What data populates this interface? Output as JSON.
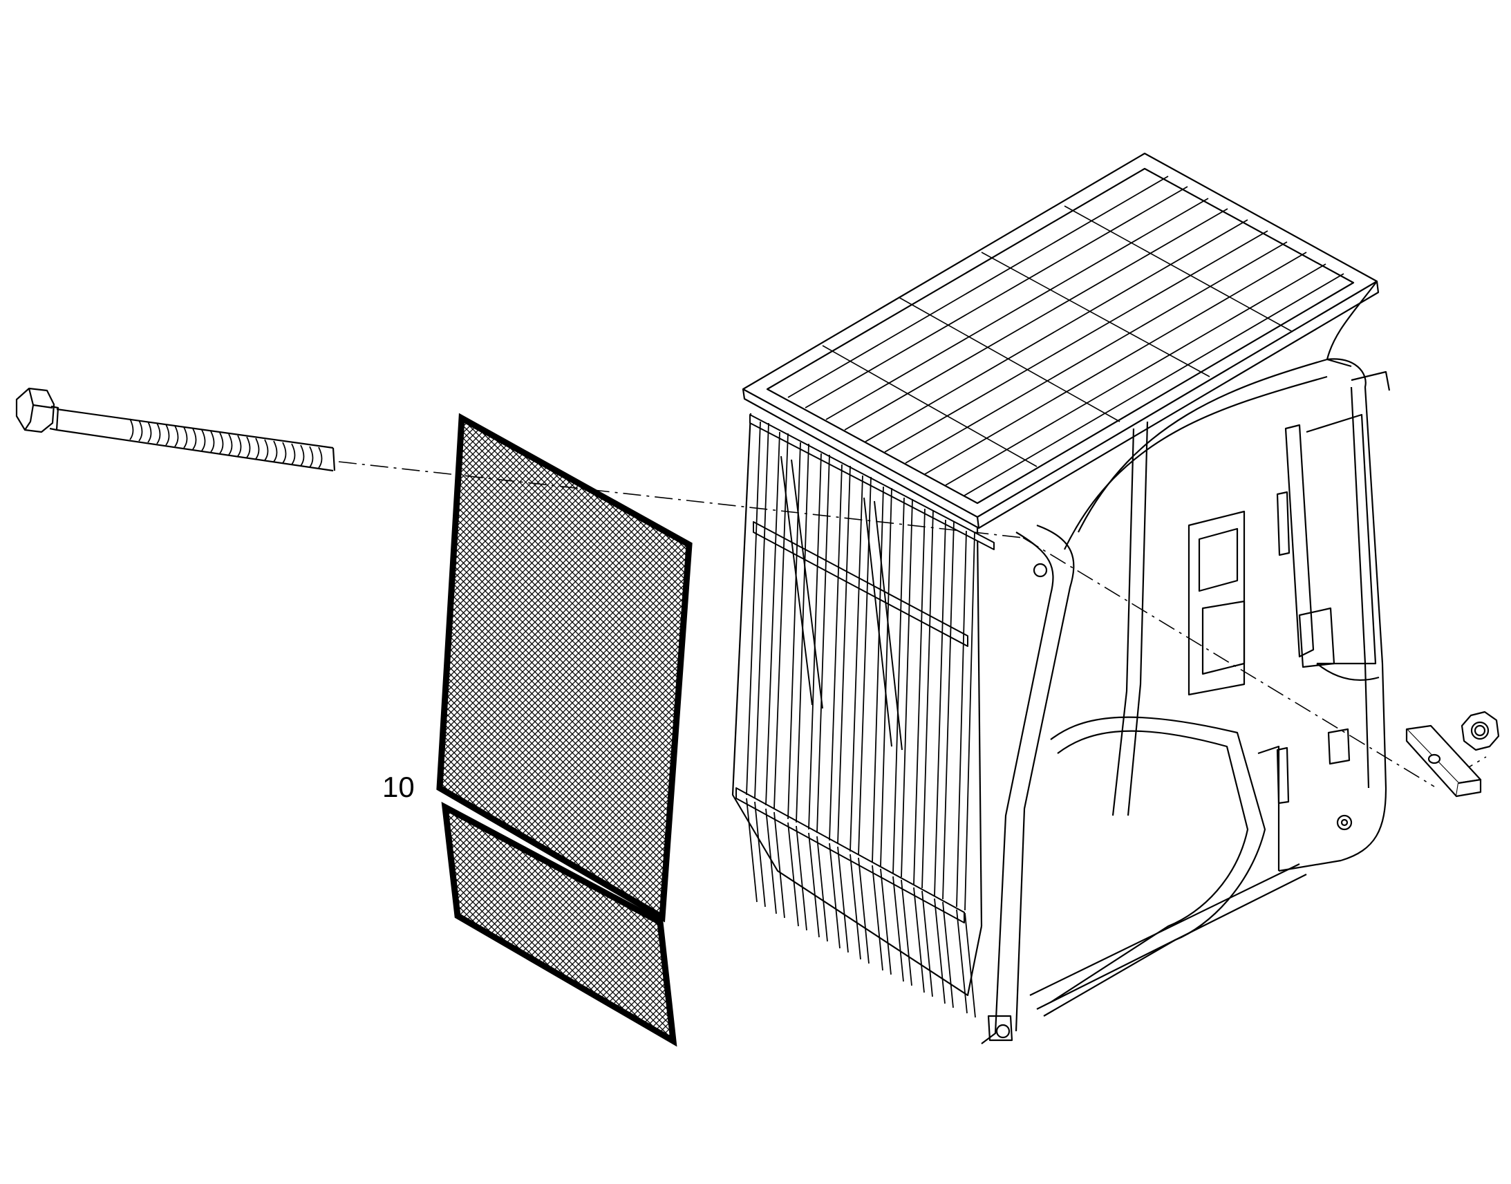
{
  "diagram": {
    "callouts": [
      {
        "number": "10"
      }
    ],
    "colors": {
      "line": "#000000",
      "background": "#ffffff"
    },
    "parts": [
      "bolt",
      "mesh-screen-upper",
      "mesh-screen-lower",
      "cab-frame",
      "guard-grille",
      "flat-washer",
      "hex-nut"
    ]
  }
}
